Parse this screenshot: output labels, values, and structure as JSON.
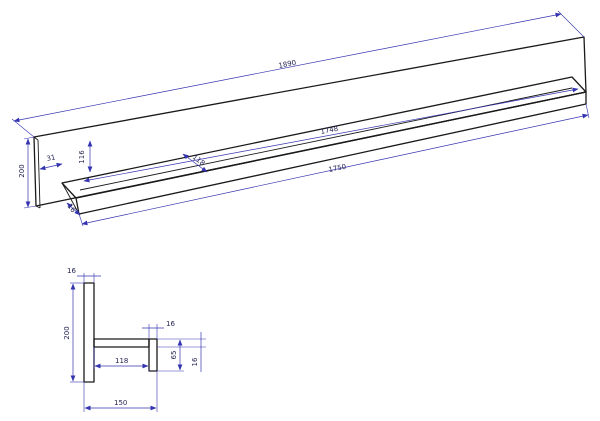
{
  "iso_view": {
    "dim_total_length": "1890",
    "dim_shelf_length": "1750",
    "dim_shelf_front": "1748",
    "dim_height": "200",
    "dim_inner_height": "116",
    "dim_offset": "31",
    "dim_shelf_depth": "118",
    "dim_thickness": "16"
  },
  "side_view": {
    "dim_panel_thickness": "16",
    "dim_panel_height": "200",
    "dim_shelf_thickness_top": "16",
    "dim_shelf_depth": "118",
    "dim_lip_height": "65",
    "dim_lip_bottom": "16",
    "dim_total_depth": "150"
  },
  "colors": {
    "object_line": "#1a1a1a",
    "dimension_line": "#3434b0"
  }
}
